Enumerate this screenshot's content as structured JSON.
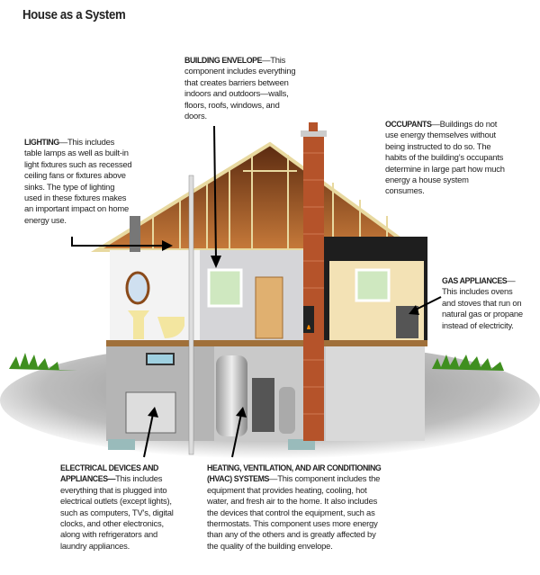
{
  "title": "House as a System",
  "captions": {
    "building_envelope": {
      "heading": "BUILDING ENVELOPE",
      "text": "—This component includes everything that creates barriers between indoors and outdoors—walls, floors, roofs, windows, and doors."
    },
    "occupants": {
      "heading": "OCCUPANTS",
      "text": "—Buildings do not use energy themselves without being instructed to do so. The habits of the building’s occupants determine in large part how much energy a house system consumes."
    },
    "lighting": {
      "heading": "LIGHTING",
      "text": "—This includes table lamps as well as built-in light fixtures such as recessed ceiling fans or fixtures above sinks. The type of lighting used in these fixtures makes an important impact on home energy use."
    },
    "gas_appliances": {
      "heading": "GAS APPLIANCES",
      "text": "—This includes ovens and stoves that run on natural gas or propane instead of electricity."
    },
    "electrical": {
      "heading": "ELECTRICAL DEVICES AND APPLIANCES—",
      "text": "This includes everything that is plugged into electrical outlets (except lights), such as computers, TV’s, digital clocks, and other electronics, along with refrigerators and laundry appliances."
    },
    "hvac": {
      "heading": "HEATING, VENTILATION, AND AIR CONDITIONING (HVAC) SYSTEMS",
      "text": "—This component includes the equipment that provides heating, cooling, hot water, and fresh air to the home. It also includes the devices that control the equipment, such as thermostats. This component uses more energy than any of the others and is greatly affected by the quality of the building envelope."
    }
  }
}
